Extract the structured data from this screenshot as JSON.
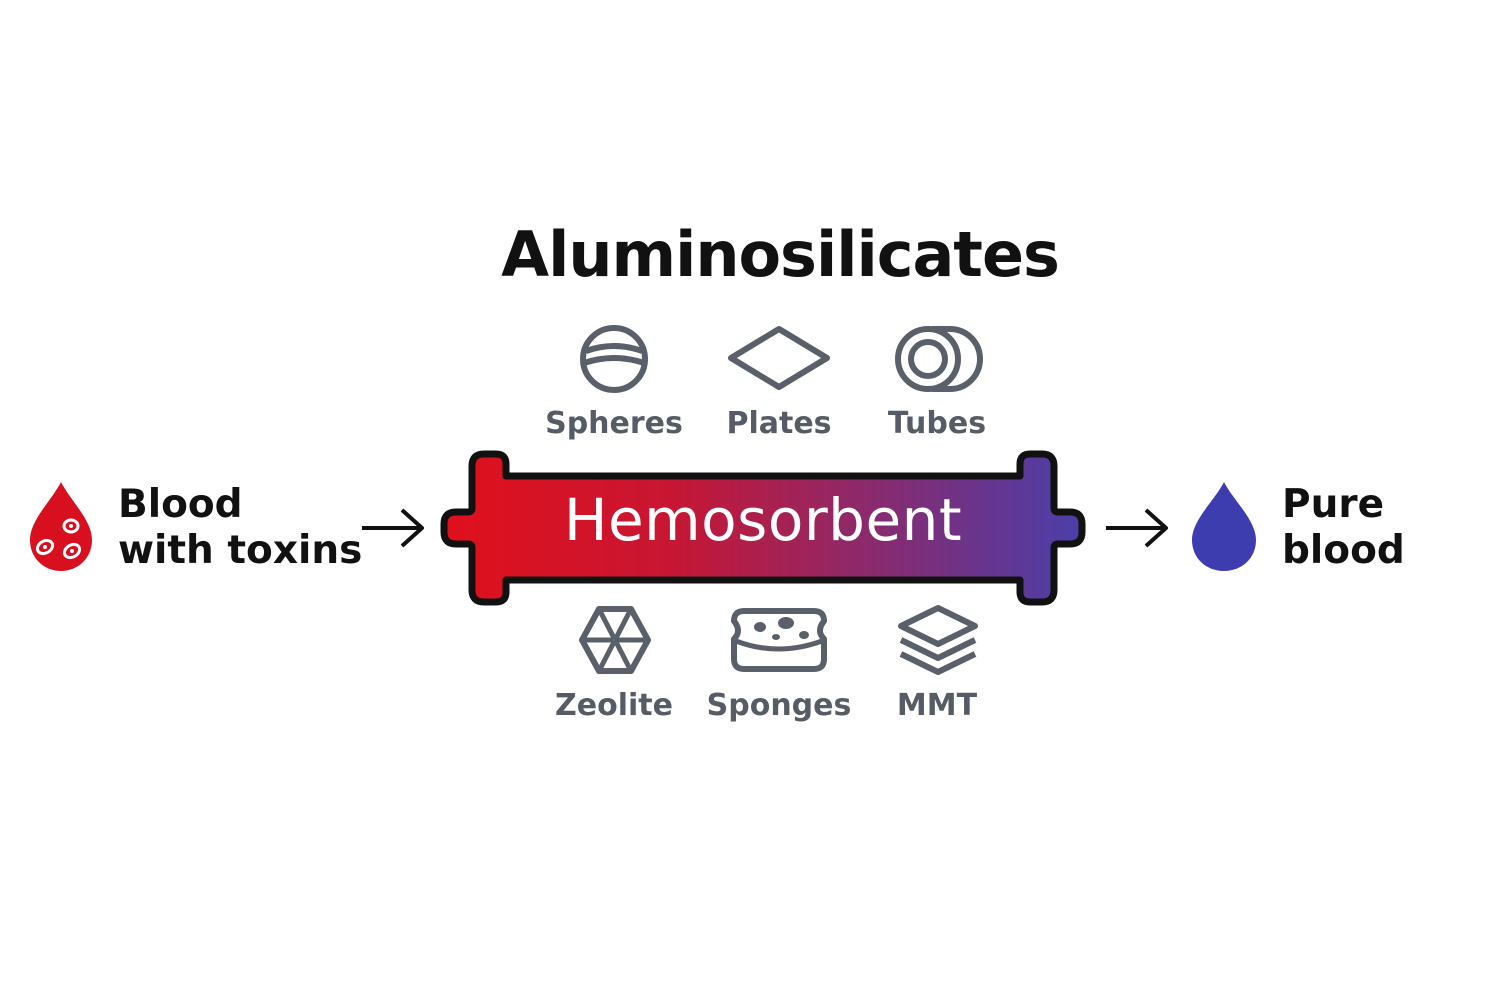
{
  "title": "Aluminosilicates",
  "input": {
    "line1": "Blood",
    "line2": "with toxins",
    "drop_color": "#d80f1e",
    "icon": "blood-drop-with-cells-icon"
  },
  "output": {
    "line1": "Pure",
    "line2": "blood",
    "drop_color": "#3d3db0",
    "icon": "blood-drop-icon"
  },
  "column": {
    "label": "Hemosorbent",
    "gradient_start": "#e0101c",
    "gradient_end": "#4a3faa"
  },
  "shapes_top": [
    {
      "label": "Spheres",
      "icon": "sphere-icon"
    },
    {
      "label": "Plates",
      "icon": "plate-icon"
    },
    {
      "label": "Tubes",
      "icon": "tube-icon"
    }
  ],
  "shapes_bottom": [
    {
      "label": "Zeolite",
      "icon": "zeolite-icon"
    },
    {
      "label": "Sponges",
      "icon": "sponge-icon"
    },
    {
      "label": "MMT",
      "icon": "mmt-layers-icon"
    }
  ],
  "icon_color": "#5a606a"
}
